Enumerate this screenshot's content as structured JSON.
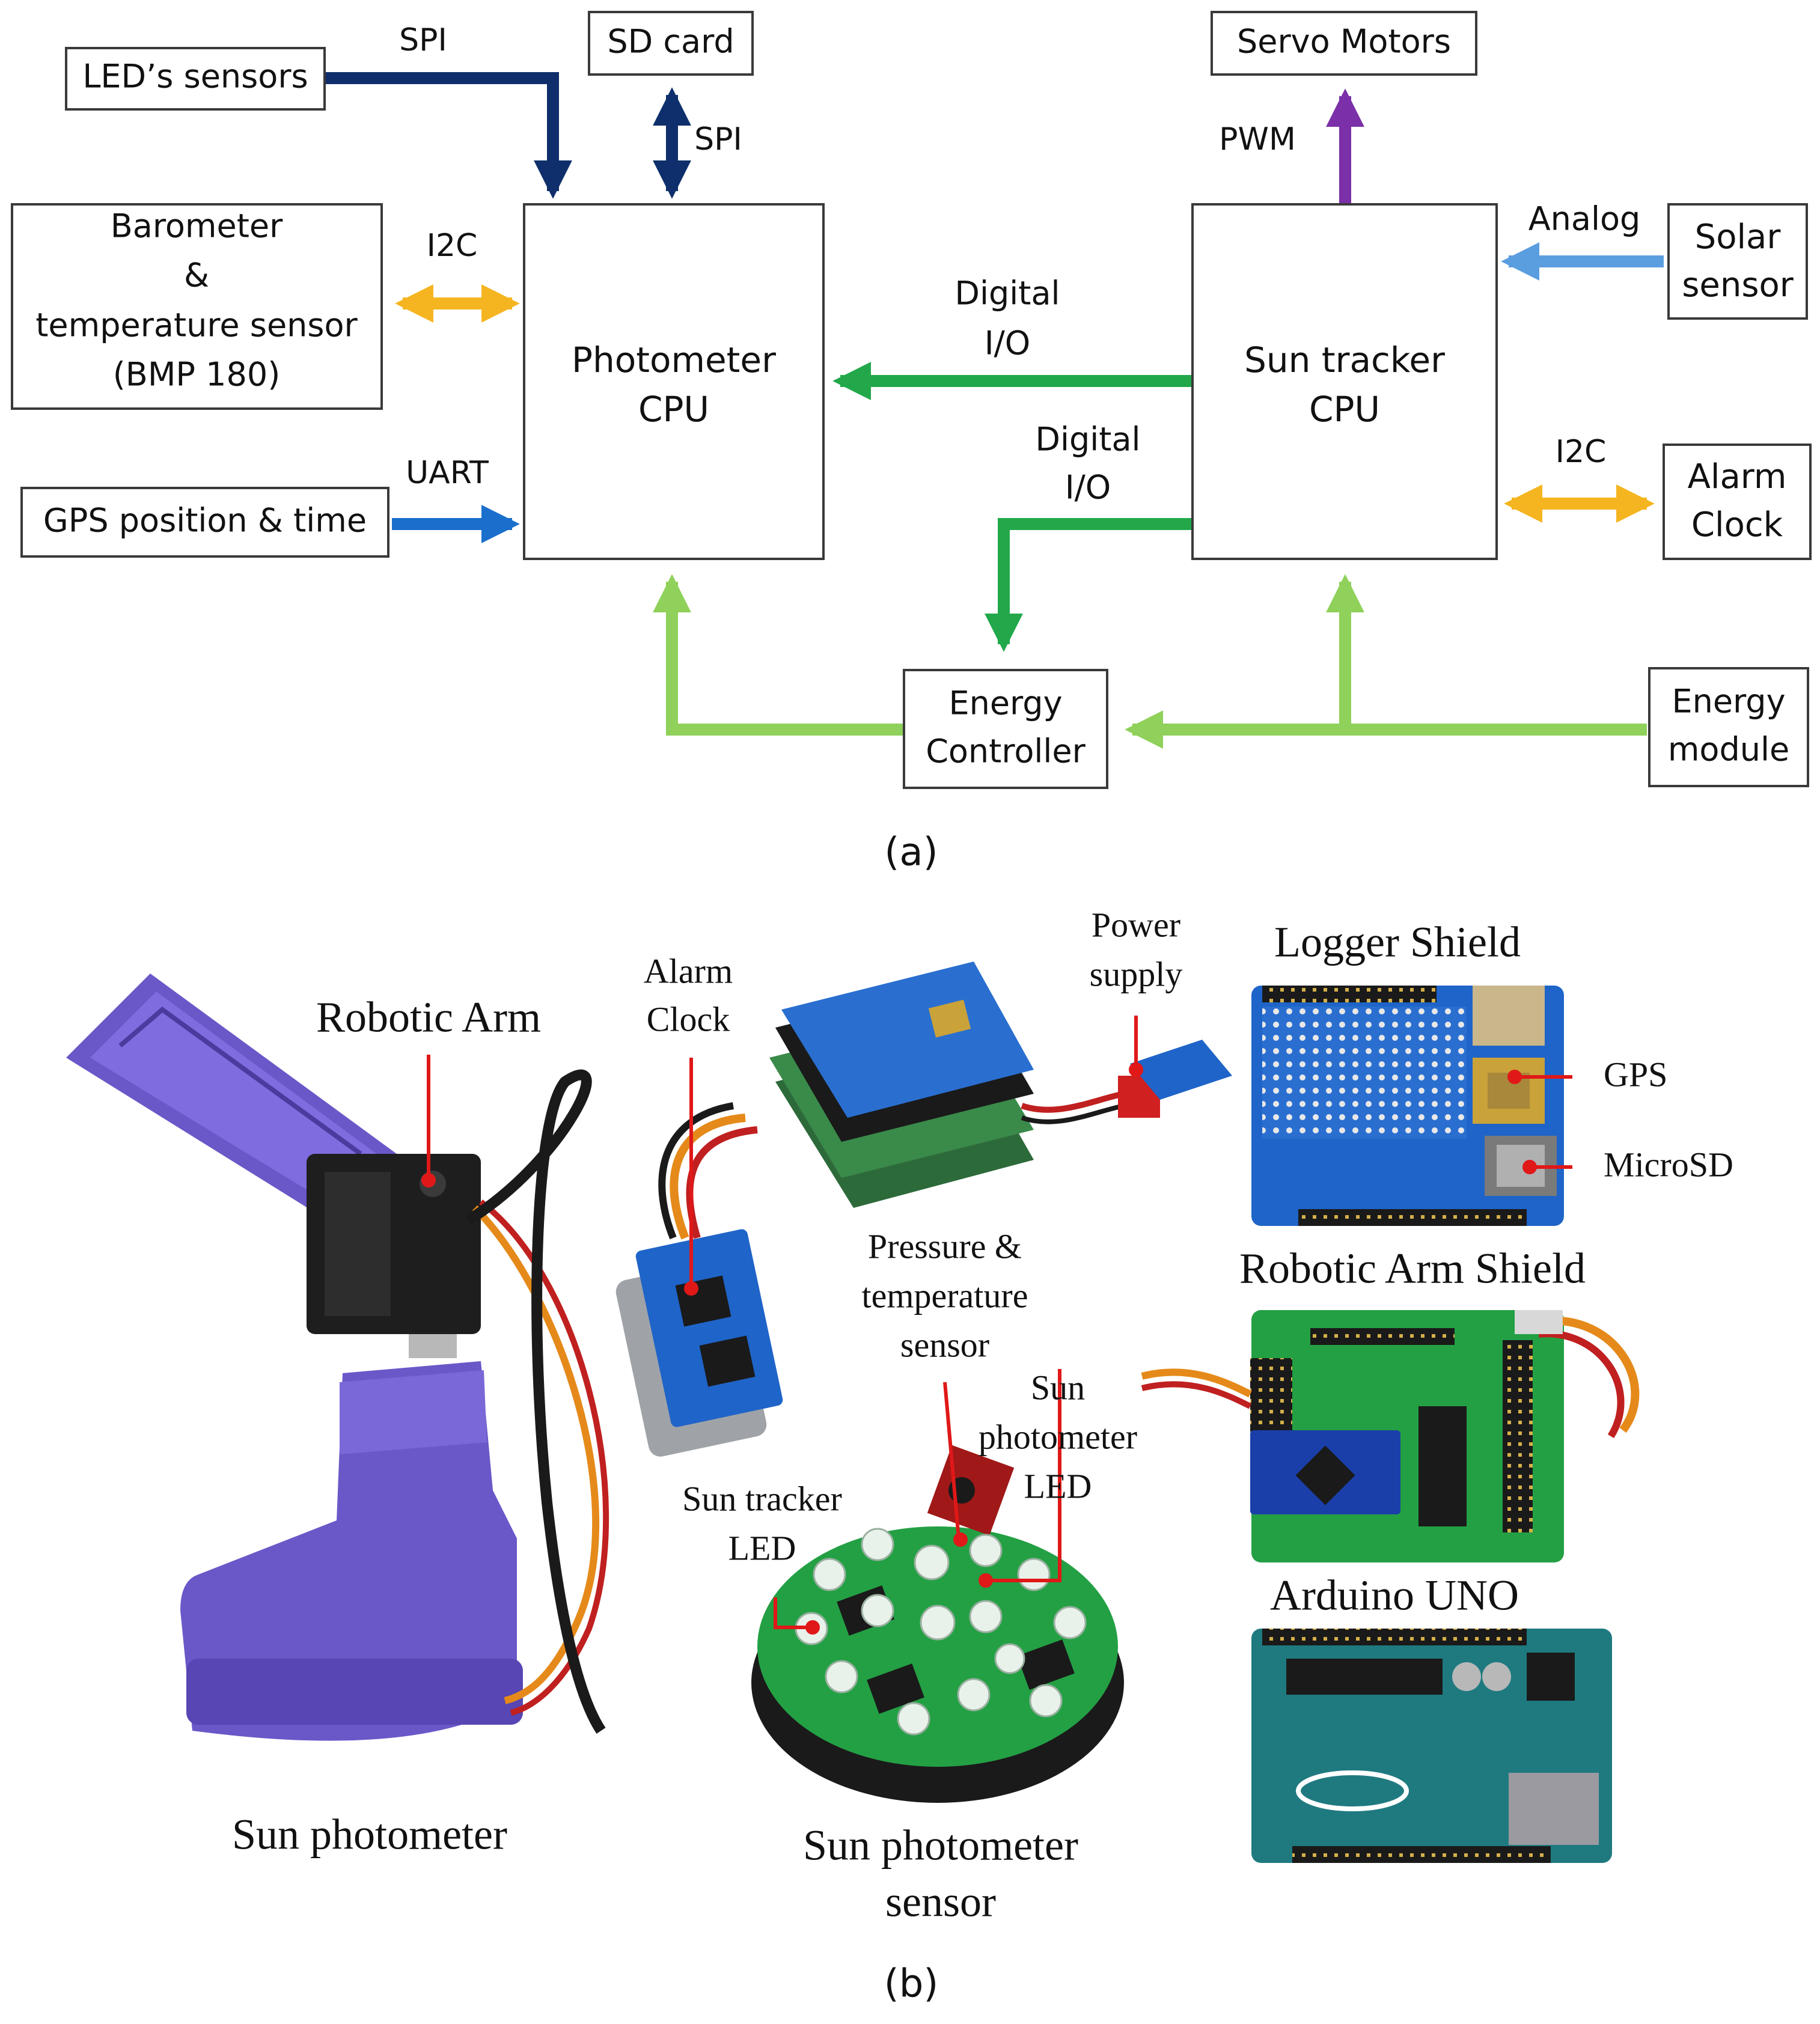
{
  "panel_a": {
    "blocks": {
      "leds": "LED’s sensors",
      "sdcard": "SD card",
      "servo": "Servo Motors",
      "baro": [
        "Barometer",
        "&",
        "temperature sensor",
        "(BMP 180)"
      ],
      "photometer_cpu": [
        "Photometer",
        "CPU"
      ],
      "tracker_cpu": [
        "Sun tracker",
        "CPU"
      ],
      "solar": [
        "Solar",
        "sensor"
      ],
      "gps": "GPS position & time",
      "alarm": [
        "Alarm",
        "Clock"
      ],
      "energy_ctrl": [
        "Energy",
        "Controller"
      ],
      "energy_mod": [
        "Energy",
        "module"
      ]
    },
    "signals": {
      "spi_leds": "SPI",
      "spi_sd": "SPI",
      "pwm": "PWM",
      "i2c_baro": "I2C",
      "analog": "Analog",
      "digital_io_1": [
        "Digital",
        "I/O"
      ],
      "digital_io_2": [
        "Digital",
        "I/O"
      ],
      "uart": "UART",
      "i2c_alarm": "I2C"
    },
    "colors": {
      "spi": "#0e2f6b",
      "pwm": "#7b2fa8",
      "i2c": "#f5b520",
      "analog": "#5b9ee0",
      "uart": "#1a6fcc",
      "digital": "#22a84a",
      "power": "#8fd15a"
    },
    "caption": "(a)"
  },
  "panel_b": {
    "labels": {
      "robotic_arm": "Robotic Arm",
      "alarm_clock": [
        "Alarm",
        "Clock"
      ],
      "power_supply": [
        "Power",
        "supply"
      ],
      "logger_shield": "Logger Shield",
      "gps": "GPS",
      "microsd": "MicroSD",
      "pressure": [
        "Pressure &",
        "temperature",
        "sensor"
      ],
      "robotic_arm_shield": "Robotic Arm Shield",
      "sun_photometer_led": [
        "Sun",
        "photometer",
        "LED"
      ],
      "sun_tracker_led": [
        "Sun tracker",
        "LED"
      ],
      "arduino_uno": "Arduino UNO",
      "sun_photometer": "Sun photometer",
      "sensor_caption": [
        "Sun photometer",
        "sensor"
      ]
    },
    "colors": {
      "leader": "#e01818",
      "robot_body": "#6a58c8",
      "pcb": "#23a044",
      "shield_blue": "#1f64c8",
      "uno": "#1f7a80"
    },
    "caption": "(b)"
  }
}
